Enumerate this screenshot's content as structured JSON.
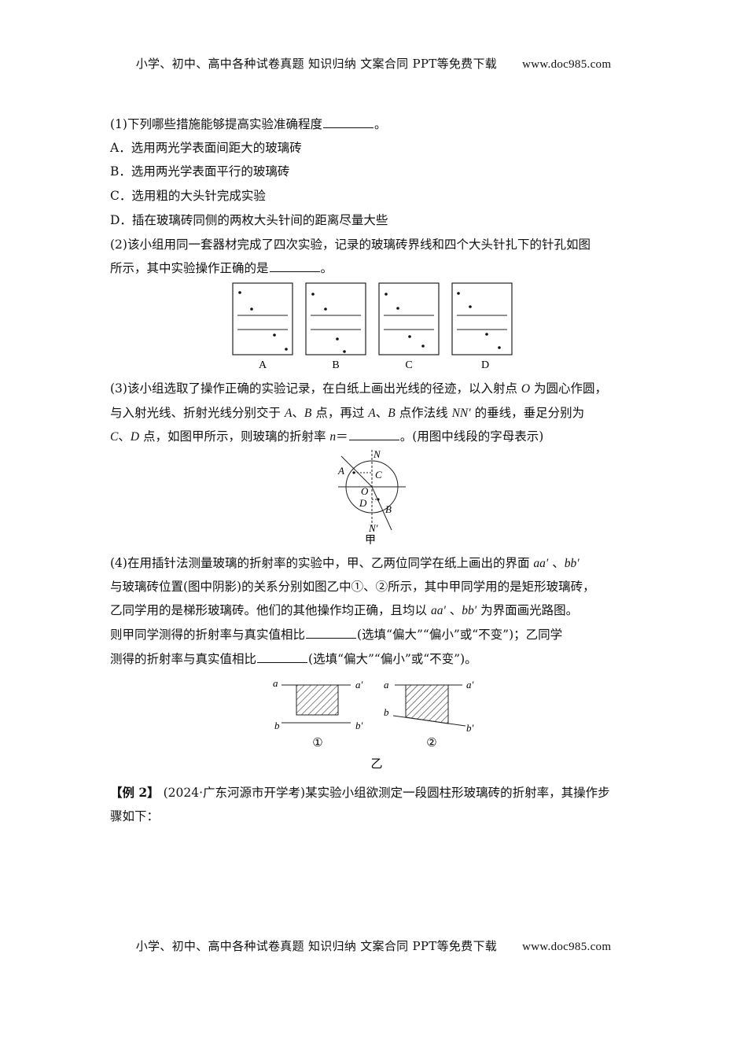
{
  "header": {
    "text": "小学、初中、高中各种试卷真题  知识归纳  文案合同  PPT等免费下载",
    "url": "www.doc985.com"
  },
  "q1": {
    "stem_a": "(1)下列哪些措施能够提高实验准确程度",
    "stem_b": "。",
    "options": [
      "A．选用两光学表面间距大的玻璃砖",
      "B．选用两光学表面平行的玻璃砖",
      "C．选用粗的大头针完成实验",
      "D．插在玻璃砖同侧的两枚大头针间的距离尽量大些"
    ]
  },
  "q2": {
    "line1": "(2)该小组用同一套器材完成了四次实验，记录的玻璃砖界线和四个大头针扎下的针孔如图",
    "line2a": "所示，其中实验操作正确的是",
    "line2b": "。",
    "labels": [
      "A",
      "B",
      "C",
      "D"
    ]
  },
  "q3": {
    "l1a": "(3)该小组选取了操作正确的实验记录，在白纸上画出光线的径迹，以入射点 ",
    "l1o": "O",
    "l1b": " 为圆心作圆，",
    "l2a": "与入射光线、折射光线分别交于 ",
    "l2A": "A",
    "l2sep": "、",
    "l2B": "B",
    "l2b": " 点，再过 ",
    "l2A2": "A",
    "l2sep2": "、",
    "l2B2": "B",
    "l2c": " 点作法线 ",
    "l2nn": "NN′",
    "l2d": " 的垂线，垂足分别为",
    "l3C": "C",
    "l3sep": "、",
    "l3D": "D",
    "l3a": " 点，如图甲所示，则玻璃的折射率 ",
    "l3n": "n",
    "l3b": "＝",
    "l3c": "。(用图中线段的字母表示)",
    "fig_labels": {
      "N": "N",
      "A": "A",
      "C": "C",
      "O": "O",
      "D": "D",
      "B": "B",
      "N2": "N′",
      "caption": "甲"
    }
  },
  "q4": {
    "l1a": "(4)在用插针法测量玻璃的折射率的实验中，甲、乙两位同学在纸上画出的界面 ",
    "l1aa": "aa′",
    "l1sep": " 、",
    "l1bb": "bb′",
    "l2": "与玻璃砖位置(图中阴影)的关系分别如图乙中①、②所示，其中甲同学用的是矩形玻璃砖，",
    "l3a": "乙同学用的是梯形玻璃砖。他们的其他操作均正确，且均以 ",
    "l3aa": "aa′",
    "l3sep": " 、",
    "l3bb": "bb′",
    "l3b": " 为界面画光路图。",
    "l4a": "则甲同学测得的折射率与真实值相比",
    "l4b": "(选填“偏大”“偏小”或“不变”)；乙同学",
    "l5a": "测得的折射率与真实值相比",
    "l5b": "(选填“偏大”“偏小”或“不变”)。",
    "fig_labels": {
      "a": "a",
      "a2": "a′",
      "b": "b",
      "b2": "b′",
      "n1": "①",
      "n2": "②",
      "caption": "乙"
    }
  },
  "ex2": {
    "tag": "【例 2】",
    "l1": " (2024·广东河源市开学考)某实验小组欲测定一段圆柱形玻璃砖的折射率，其操作步",
    "l2": "骤如下："
  }
}
